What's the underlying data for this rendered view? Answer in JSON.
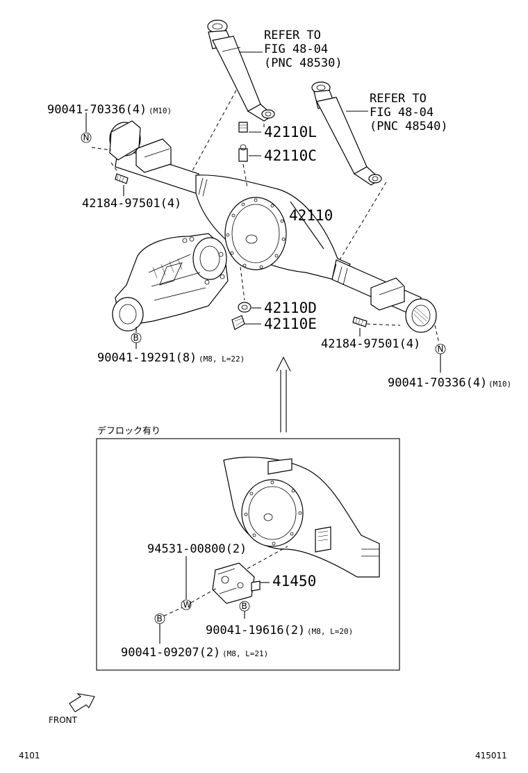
{
  "refer_1": {
    "line1": "REFER TO",
    "line2": "FIG 48-04",
    "line3": "(PNC 48530)"
  },
  "refer_2": {
    "line1": "REFER TO",
    "line2": "FIG 48-04",
    "line3": "(PNC 48540)"
  },
  "parts": {
    "bolt_left": {
      "number": "90041-70336(4)",
      "spec": "(M10)",
      "marker": "N"
    },
    "stud_left": {
      "number": "42184-97501(4)"
    },
    "plug_l": {
      "number": "42110L"
    },
    "breather_c": {
      "number": "42110C"
    },
    "housing": {
      "number": "42110"
    },
    "gasket_d": {
      "number": "42110D"
    },
    "plug_e": {
      "number": "42110E"
    },
    "stud_right": {
      "number": "42184-97501(4)"
    },
    "bolt_right": {
      "number": "90041-70336(4)",
      "spec": "(M10)",
      "marker": "N"
    },
    "bolt_carrier": {
      "number": "90041-19291(8)",
      "spec": "(M8, L=22)",
      "marker": "B"
    }
  },
  "inset": {
    "title": "デフロック有り",
    "parts": {
      "washer": {
        "number": "94531-00800(2)",
        "marker": "W"
      },
      "actuator": {
        "number": "41450"
      },
      "bolt_a": {
        "number": "90041-19616(2)",
        "spec": "(M8, L=20)",
        "marker": "B"
      },
      "bolt_b": {
        "number": "90041-09207(2)",
        "spec": "(M8, L=21)",
        "marker": "B"
      }
    }
  },
  "front_label": "FRONT",
  "footer": {
    "left_code": "4101",
    "right_code": "415011"
  }
}
